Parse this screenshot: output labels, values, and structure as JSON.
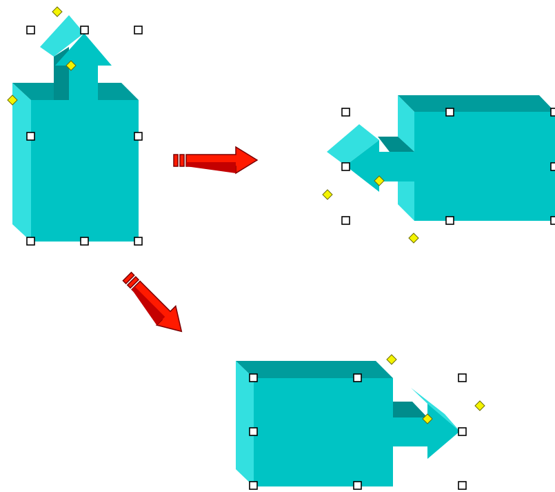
{
  "canvas": {
    "background": "#ffffff"
  },
  "colors": {
    "front_face": "#00c4c4",
    "top_face": "#009c9c",
    "side_face": "#33e0e0",
    "dark_face": "#008c8c",
    "selection_handle": "#ffffff",
    "adjustment_handle": "#f4f400",
    "transition_arrow": "#ff1a00"
  },
  "shapes": [
    {
      "name": "shape-original",
      "arrow_direction": "up",
      "selected": true
    },
    {
      "name": "shape-rotated-left",
      "arrow_direction": "left",
      "selected": true
    },
    {
      "name": "shape-flipped-right",
      "arrow_direction": "right",
      "selected": true
    }
  ],
  "transitions": [
    {
      "name": "transition-arrow-right",
      "direction": "right"
    },
    {
      "name": "transition-arrow-down-right",
      "direction": "down-right"
    }
  ]
}
